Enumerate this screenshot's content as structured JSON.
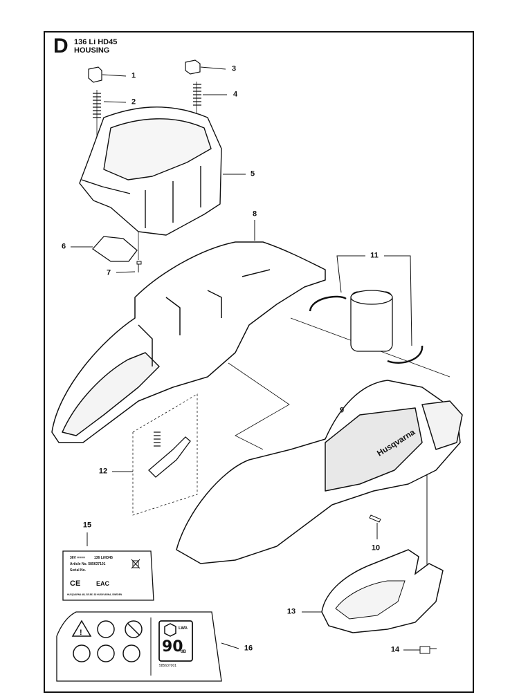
{
  "header": {
    "section_letter": "D",
    "model": "136 Li HD45",
    "section_name": "HOUSING"
  },
  "callouts": [
    {
      "part": "1",
      "name": "callout-1"
    },
    {
      "part": "2",
      "name": "callout-2"
    },
    {
      "part": "3",
      "name": "callout-3"
    },
    {
      "part": "4",
      "name": "callout-4"
    },
    {
      "part": "5",
      "name": "callout-5"
    },
    {
      "part": "6",
      "name": "callout-6"
    },
    {
      "part": "7",
      "name": "callout-7"
    },
    {
      "part": "8",
      "name": "callout-8"
    },
    {
      "part": "9",
      "name": "callout-9"
    },
    {
      "part": "10",
      "name": "callout-10"
    },
    {
      "part": "11",
      "name": "callout-11"
    },
    {
      "part": "12",
      "name": "callout-12"
    },
    {
      "part": "13",
      "name": "callout-13"
    },
    {
      "part": "14",
      "name": "callout-14"
    },
    {
      "part": "15",
      "name": "callout-15"
    },
    {
      "part": "16",
      "name": "callout-16"
    }
  ],
  "rating_label": {
    "voltage": "36V ==== ",
    "model": "136 LiHD45",
    "article": "Article No. 585637101",
    "serial": "Serial No.",
    "manufacturer": "HUSQVARNA AB, SE-561 82 HUSKVARNA, SWEDEN",
    "marks": [
      "CE",
      "EAC"
    ]
  },
  "warning_label": {
    "sound_value": "90",
    "sound_unit": "dB",
    "sound_symbol": "LWA",
    "part_number": "585637001",
    "icons": [
      "warning-triangle-icon",
      "read-manual-icon",
      "no-bystanders-icon",
      "ear-eye-protection-icon",
      "gloves-icon",
      "boots-icon",
      "sound-power-icon"
    ]
  },
  "brand": "Husqvarna"
}
